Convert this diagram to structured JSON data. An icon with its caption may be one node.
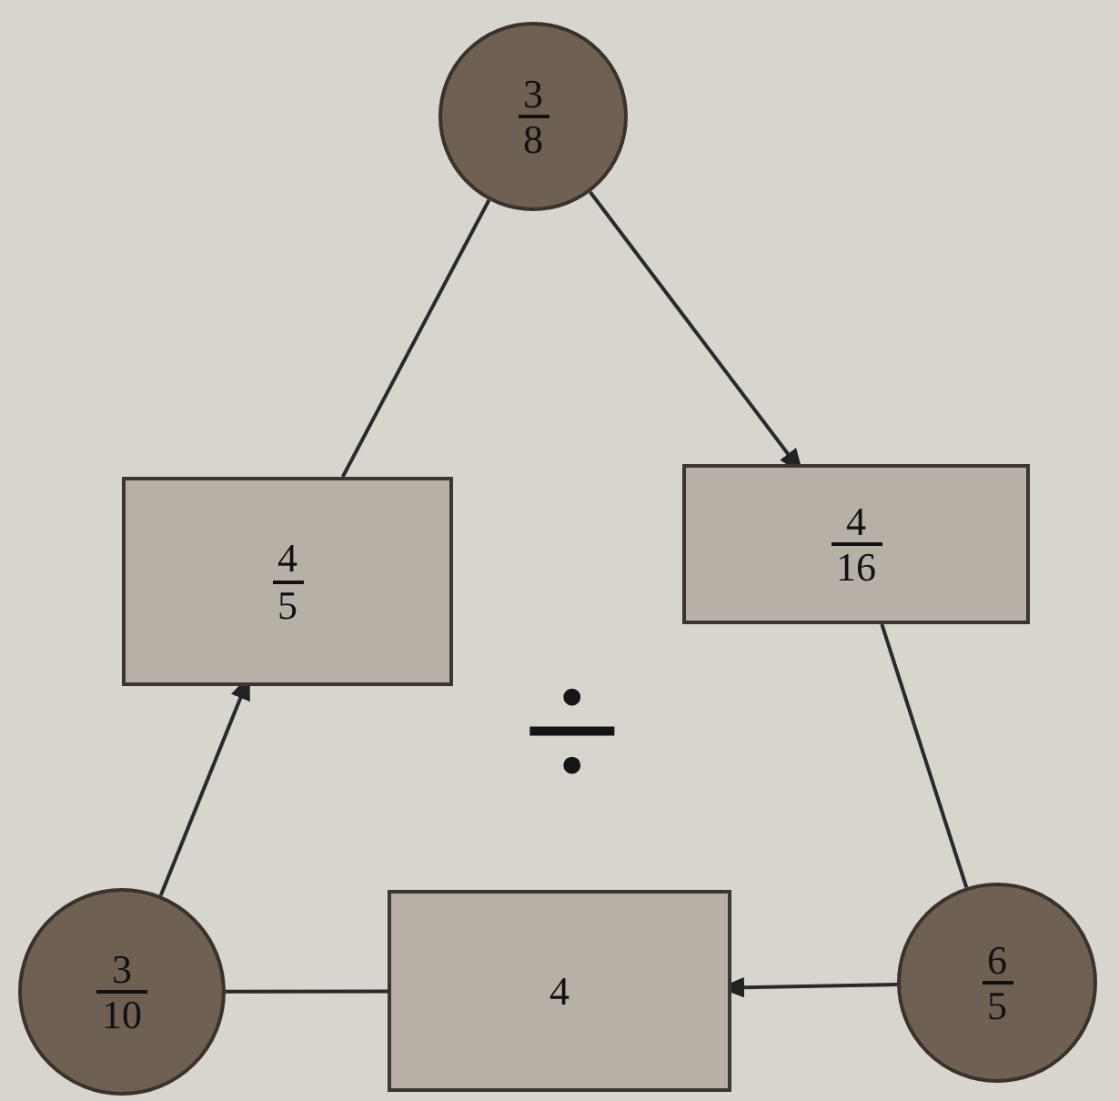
{
  "diagram": {
    "nodes": [
      {
        "text": [
          "3",
          "8"
        ]
      },
      {
        "text": [
          "4",
          "5"
        ]
      },
      {
        "text": [
          "4",
          "16"
        ]
      },
      {
        "text": [
          "3",
          "10"
        ]
      },
      {
        "text": [
          "4"
        ]
      },
      {
        "text": [
          "6",
          "5"
        ]
      }
    ],
    "edges": [
      {
        "from": 0,
        "to": 2,
        "arrow": "to"
      },
      {
        "from": 2,
        "to": 5,
        "arrow": "none"
      },
      {
        "from": 5,
        "to": 4,
        "arrow": "to"
      },
      {
        "from": 4,
        "to": 3,
        "arrow": "none"
      },
      {
        "from": 3,
        "to": 1,
        "arrow": "to"
      },
      {
        "from": 1,
        "to": 0,
        "arrow": "none"
      }
    ],
    "labels": [
      "÷"
    ]
  }
}
